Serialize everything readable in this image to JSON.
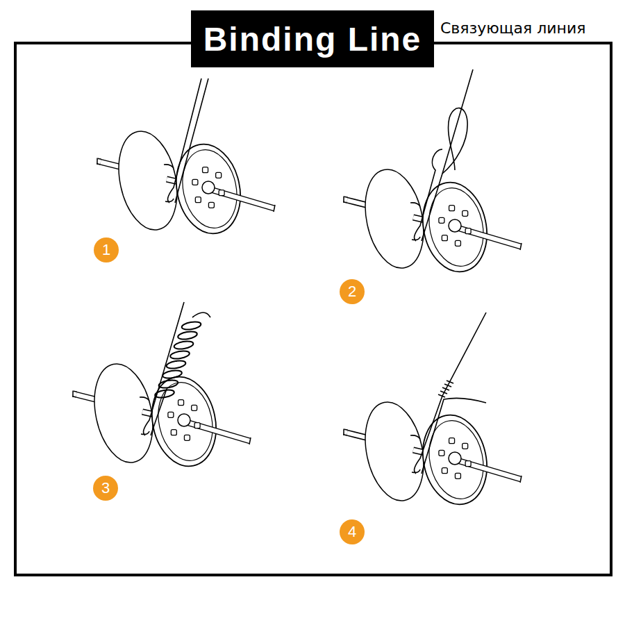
{
  "diagram": {
    "title": "Binding Line",
    "labels": [
      "Связующая линия",
      "1",
      "2",
      "3",
      "4"
    ]
  }
}
